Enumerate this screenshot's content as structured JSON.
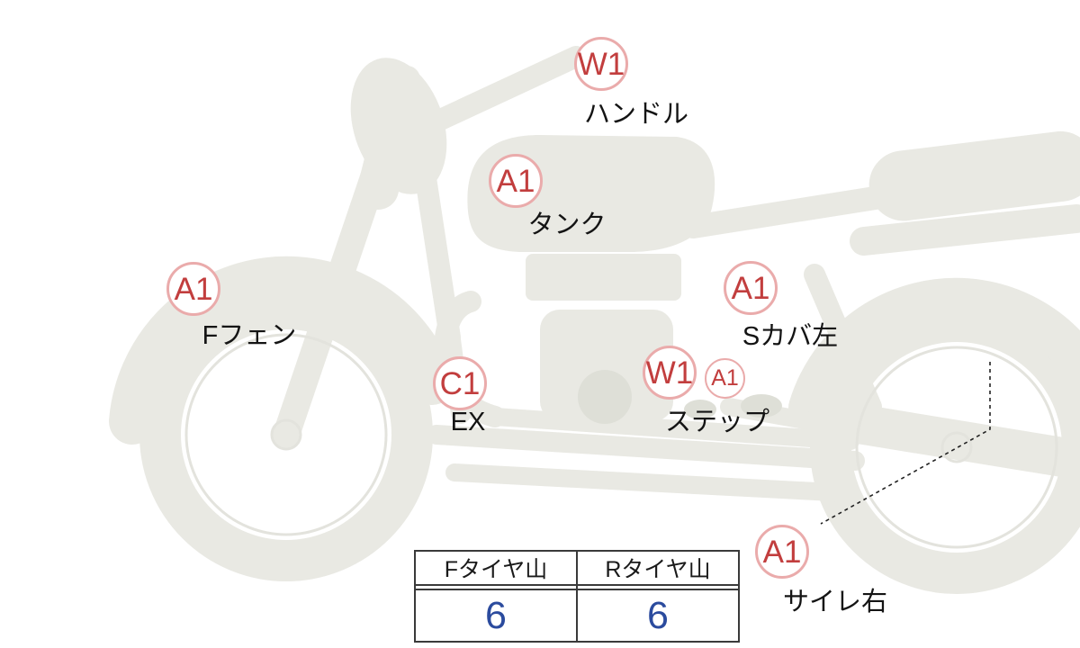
{
  "diagram": {
    "markers": [
      {
        "part": "handlebar",
        "grade": "W1",
        "label": "ハンドル"
      },
      {
        "part": "fuel-tank",
        "grade": "A1",
        "label": "タンク"
      },
      {
        "part": "front-fender",
        "grade": "A1",
        "label": "Fフェン"
      },
      {
        "part": "side-cover-left",
        "grade": "A1",
        "label": "Sカバ左"
      },
      {
        "part": "exhaust",
        "grade": "C1",
        "label": "EX"
      },
      {
        "part": "step",
        "grade": "W1",
        "grade_secondary": "A1",
        "label": "ステップ"
      },
      {
        "part": "silencer-right",
        "grade": "A1",
        "label": "サイレ右"
      }
    ]
  },
  "tire_table": {
    "front": {
      "header": "Fタイヤ山",
      "value": "6"
    },
    "rear": {
      "header": "Rタイヤ山",
      "value": "6"
    }
  },
  "colors": {
    "grade_text": "#c23e3e",
    "badge_border": "#eaabab",
    "tire_value_text": "#2b4b9e",
    "bike_gray": "#e9e9e3"
  }
}
